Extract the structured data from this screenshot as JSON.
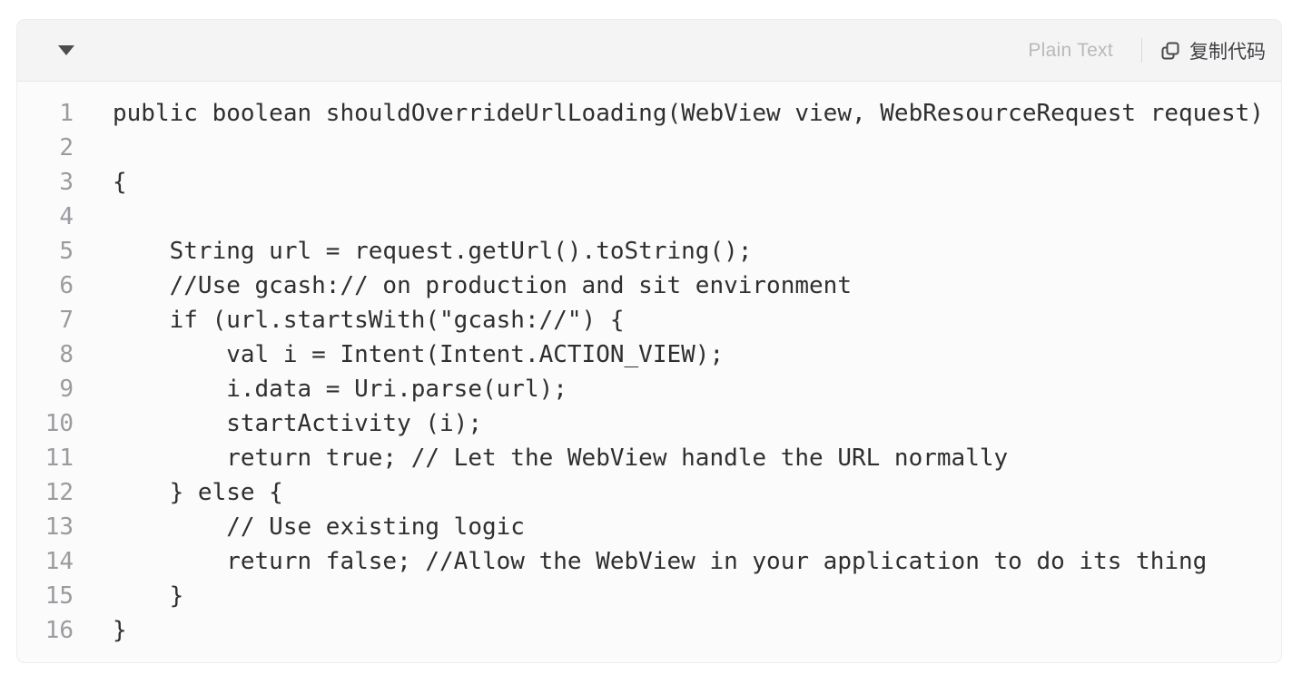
{
  "header": {
    "language_label": "Plain Text",
    "copy_label": "复制代码"
  },
  "colors": {
    "header_bg": "#f4f4f5",
    "code_bg": "#fbfbfc",
    "code_text": "#2f2f31",
    "line_number": "#9b9b9f",
    "language_label": "#b9b9bd",
    "copy_label": "#414145",
    "divider": "#d9d9dc",
    "caret": "#4c4c50"
  },
  "code": {
    "lines": [
      {
        "no": "1",
        "text": "public boolean shouldOverrideUrlLoading(WebView view, WebResourceRequest request)"
      },
      {
        "no": "2",
        "text": ""
      },
      {
        "no": "3",
        "text": "{"
      },
      {
        "no": "4",
        "text": ""
      },
      {
        "no": "5",
        "text": "    String url = request.getUrl().toString();"
      },
      {
        "no": "6",
        "text": "    //Use gcash:// on production and sit environment"
      },
      {
        "no": "7",
        "text": "    if (url.startsWith(\"gcash://\") {"
      },
      {
        "no": "8",
        "text": "        val i = Intent(Intent.ACTION_VIEW);"
      },
      {
        "no": "9",
        "text": "        i.data = Uri.parse(url);"
      },
      {
        "no": "10",
        "text": "        startActivity (i);"
      },
      {
        "no": "11",
        "text": "        return true; // Let the WebView handle the URL normally"
      },
      {
        "no": "12",
        "text": "    } else {"
      },
      {
        "no": "13",
        "text": "        // Use existing logic"
      },
      {
        "no": "14",
        "text": "        return false; //Allow the WebView in your application to do its thing"
      },
      {
        "no": "15",
        "text": "    }"
      },
      {
        "no": "16",
        "text": "}"
      }
    ]
  }
}
